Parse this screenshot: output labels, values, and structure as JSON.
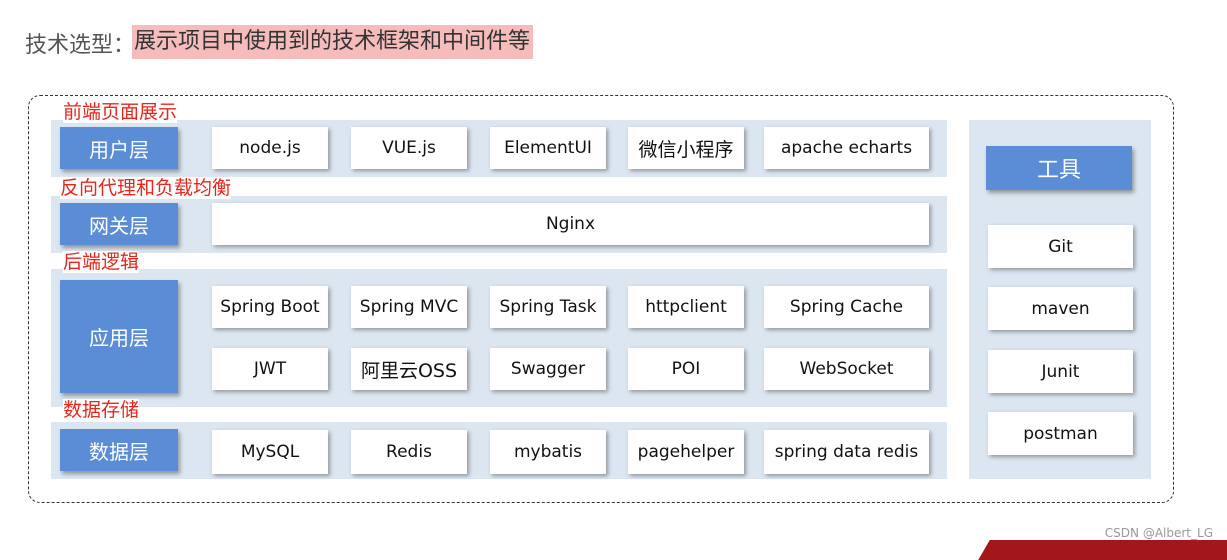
{
  "title": {
    "prefix": "技术选型：",
    "highlight": "展示项目中使用到的技术框架和中间件等"
  },
  "annotations": {
    "frontend": "前端页面展示",
    "gateway": "反向代理和负载均衡",
    "backend": "后端逻辑",
    "data": "数据存储"
  },
  "layers": {
    "user": {
      "label": "用户层",
      "items": [
        "node.js",
        "VUE.js",
        "ElementUI",
        "微信小程序",
        "apache echarts"
      ]
    },
    "gateway": {
      "label": "网关层",
      "items": [
        "Nginx"
      ]
    },
    "app": {
      "label": "应用层",
      "row1": [
        "Spring Boot",
        "Spring MVC",
        "Spring Task",
        "httpclient",
        "Spring Cache"
      ],
      "row2": [
        "JWT",
        "阿里云OSS",
        "Swagger",
        "POI",
        "WebSocket"
      ]
    },
    "data": {
      "label": "数据层",
      "items": [
        "MySQL",
        "Redis",
        "mybatis",
        "pagehelper",
        "spring data redis"
      ]
    }
  },
  "tools": {
    "label": "工具",
    "items": [
      "Git",
      "maven",
      "Junit",
      "postman"
    ]
  },
  "watermark": "CSDN @Albert_LG",
  "colors": {
    "layer_blue": "#5b8dd6",
    "band": "#dce6f1",
    "annotation_red": "#e8261c",
    "title_highlight": "#f6bcbc"
  }
}
